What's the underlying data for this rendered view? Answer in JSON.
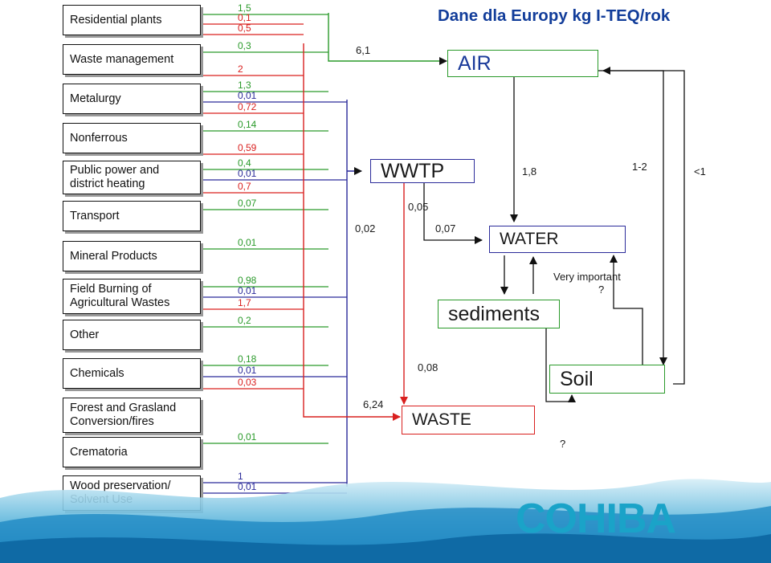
{
  "title": "Dane dla Europy  kg I-TEQ/rok",
  "sources": [
    {
      "label": "Residential plants",
      "values": [
        {
          "t": "1,5",
          "c": "g"
        },
        {
          "t": "0,1",
          "c": "r"
        },
        {
          "t": "0,5",
          "c": "r"
        }
      ]
    },
    {
      "label": "Waste management",
      "values": [
        {
          "t": "0,3",
          "c": "g"
        },
        {
          "t": "2",
          "c": "r"
        }
      ]
    },
    {
      "label": "Metalurgy",
      "values": [
        {
          "t": "1,3",
          "c": "g"
        },
        {
          "t": "0,01",
          "c": "b"
        },
        {
          "t": "0,72",
          "c": "r"
        }
      ]
    },
    {
      "label": "Nonferrous",
      "values": [
        {
          "t": "0,14",
          "c": "g"
        },
        {
          "t": "0,59",
          "c": "r"
        }
      ]
    },
    {
      "label": "Public power and\ndistrict heating",
      "values": [
        {
          "t": "0,4",
          "c": "g"
        },
        {
          "t": "0,01",
          "c": "b"
        },
        {
          "t": "0,7",
          "c": "r"
        }
      ]
    },
    {
      "label": "Transport",
      "values": [
        {
          "t": "0,07",
          "c": "g"
        }
      ]
    },
    {
      "label": "Mineral Products",
      "values": [
        {
          "t": "0,01",
          "c": "g"
        }
      ]
    },
    {
      "label": "Field Burning of\nAgricultural Wastes",
      "values": [
        {
          "t": "0,98",
          "c": "g"
        },
        {
          "t": "0,01",
          "c": "b"
        },
        {
          "t": "1,7",
          "c": "r"
        },
        {
          "t": "0,2",
          "c": "g"
        }
      ]
    },
    {
      "label": "Other",
      "values": []
    },
    {
      "label": "Chemicals",
      "values": [
        {
          "t": "0,18",
          "c": "g"
        },
        {
          "t": "0,01",
          "c": "b"
        },
        {
          "t": "0,03",
          "c": "r"
        }
      ]
    },
    {
      "label": "Forest and Grasland\nConversion/fires",
      "values": []
    },
    {
      "label": "Crematoria",
      "values": [
        {
          "t": "0,01",
          "c": "g"
        }
      ]
    },
    {
      "label": "Wood preservation/\nSolvent Use",
      "values": [
        {
          "t": "1",
          "c": "b"
        },
        {
          "t": "0,01",
          "c": "b"
        }
      ]
    }
  ],
  "nodes": {
    "air": "AIR",
    "wwtp": "WWTP",
    "water": "WATER",
    "sediments": "sediments",
    "soil": "Soil",
    "waste": "WASTE"
  },
  "flow_labels": {
    "air_total": "6,1",
    "wwtp_in": "0,02",
    "wwtp_water": "0,05",
    "water_in": "0,07",
    "air_water": "1,8",
    "air_soil": "1-2",
    "soil_air": "<1",
    "wwtp_waste": "0,08",
    "waste_total": "6,24",
    "very_important": "Very important",
    "q1": "?",
    "q2": "?"
  },
  "logo": "COHIBA",
  "colors": {
    "green": "#2a9a2a",
    "red": "#d9201f",
    "blue": "#2b2b9a",
    "title": "#123d9a",
    "logo": "#1aa3c8"
  }
}
